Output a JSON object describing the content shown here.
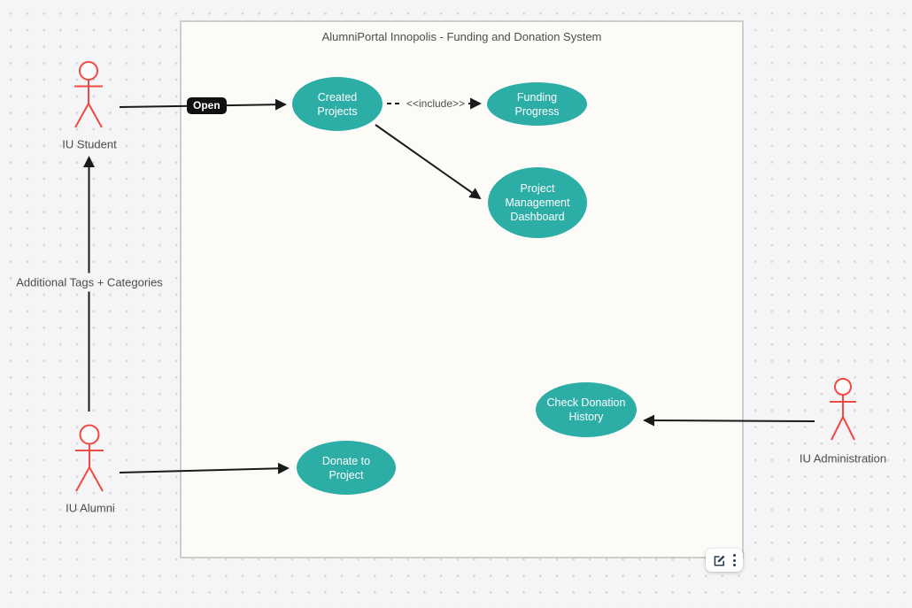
{
  "diagram": {
    "title": "AlumniPortal Innopolis - Funding and Donation System",
    "use_cases": {
      "created_projects": {
        "label": "Created\nProjects"
      },
      "funding_progress": {
        "label": "Funding\nProgress"
      },
      "project_management_dashboard": {
        "label": "Project\nManagement\nDashboard"
      },
      "check_donation_history": {
        "label": "Check Donation\nHistory"
      },
      "donate_to_project": {
        "label": "Donate to\nProject"
      }
    },
    "actors": {
      "iu_student": {
        "label": "IU Student"
      },
      "iu_alumni": {
        "label": "IU Alumni"
      },
      "iu_administration": {
        "label": "IU Administration"
      }
    },
    "edge_labels": {
      "open": "Open",
      "include": "<<include>>",
      "additional_tags": "Additional Tags + Categories"
    },
    "colors": {
      "use_case_fill": "#2caea7",
      "actor_stroke": "#f04a42",
      "connector_stroke": "#1a1a1a",
      "open_badge_bg": "#111111",
      "frame_fill": "#fcfbf8",
      "page_bg": "#f5f5f7",
      "toolbar_icon": "#2c3e50"
    },
    "toolbar_icons": [
      "edit-icon",
      "kebab-menu-icon"
    ]
  }
}
